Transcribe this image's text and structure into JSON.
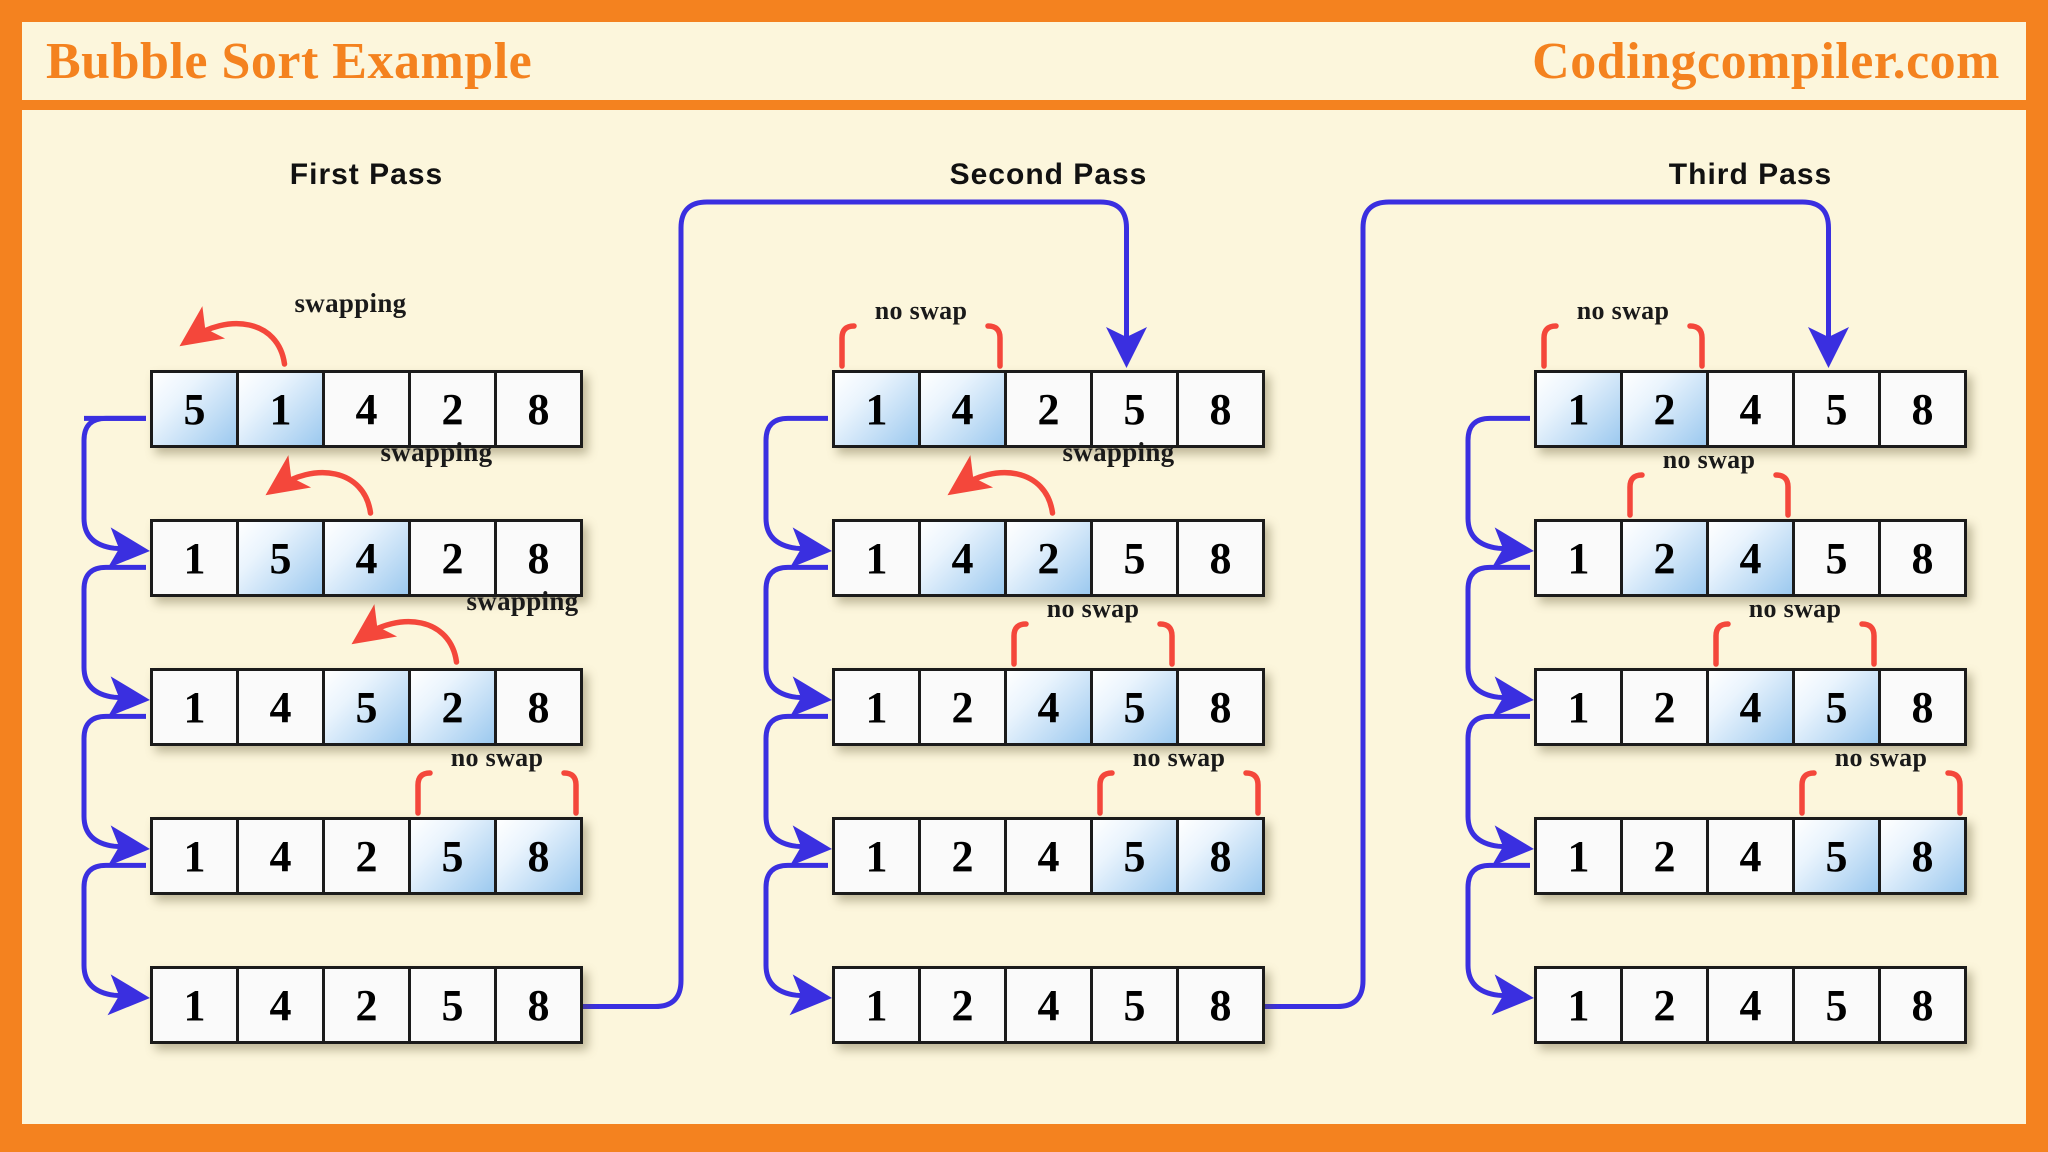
{
  "header": {
    "title": "Bubble Sort Example",
    "brand": "Codingcompiler.com"
  },
  "colors": {
    "border_orange": "#F4821F",
    "background_cream": "#FCF6DC",
    "cell_highlight_blue": "#9CC9EF",
    "swap_arrow_red": "#F4473B",
    "flow_arrow_blue": "#3A2FE0",
    "text_black": "#111111"
  },
  "labels": {
    "swapping": "swapping",
    "no_swap": "no swap"
  },
  "chart_data": {
    "type": "diagram",
    "title": "Bubble Sort Example",
    "initial_array": [
      5,
      1,
      4,
      2,
      8
    ],
    "sorted_array": [
      1,
      2,
      4,
      5,
      8
    ],
    "passes": [
      {
        "name": "First  Pass",
        "rows": [
          {
            "values": [
              5,
              1,
              4,
              2,
              8
            ],
            "compare": [
              0,
              1
            ],
            "action": "swapping"
          },
          {
            "values": [
              1,
              5,
              4,
              2,
              8
            ],
            "compare": [
              1,
              2
            ],
            "action": "swapping"
          },
          {
            "values": [
              1,
              4,
              5,
              2,
              8
            ],
            "compare": [
              2,
              3
            ],
            "action": "swapping"
          },
          {
            "values": [
              1,
              4,
              2,
              5,
              8
            ],
            "compare": [
              3,
              4
            ],
            "action": "no swap"
          },
          {
            "values": [
              1,
              4,
              2,
              5,
              8
            ],
            "compare": null,
            "action": ""
          }
        ]
      },
      {
        "name": "Second  Pass",
        "rows": [
          {
            "values": [
              1,
              4,
              2,
              5,
              8
            ],
            "compare": [
              0,
              1
            ],
            "action": "no swap"
          },
          {
            "values": [
              1,
              4,
              2,
              5,
              8
            ],
            "compare": [
              1,
              2
            ],
            "action": "swapping"
          },
          {
            "values": [
              1,
              2,
              4,
              5,
              8
            ],
            "compare": [
              2,
              3
            ],
            "action": "no swap"
          },
          {
            "values": [
              1,
              2,
              4,
              5,
              8
            ],
            "compare": [
              3,
              4
            ],
            "action": "no swap"
          },
          {
            "values": [
              1,
              2,
              4,
              5,
              8
            ],
            "compare": null,
            "action": ""
          }
        ]
      },
      {
        "name": "Third  Pass",
        "rows": [
          {
            "values": [
              1,
              2,
              4,
              5,
              8
            ],
            "compare": [
              0,
              1
            ],
            "action": "no swap"
          },
          {
            "values": [
              1,
              2,
              4,
              5,
              8
            ],
            "compare": [
              1,
              2
            ],
            "action": "no swap"
          },
          {
            "values": [
              1,
              2,
              4,
              5,
              8
            ],
            "compare": [
              2,
              3
            ],
            "action": "no swap"
          },
          {
            "values": [
              1,
              2,
              4,
              5,
              8
            ],
            "compare": [
              3,
              4
            ],
            "action": "no swap"
          },
          {
            "values": [
              1,
              2,
              4,
              5,
              8
            ],
            "compare": null,
            "action": ""
          }
        ]
      }
    ]
  }
}
